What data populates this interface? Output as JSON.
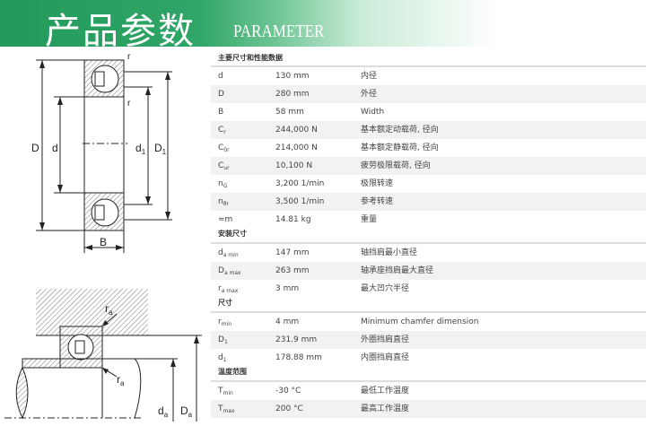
{
  "banner": {
    "title_cn": "产品参数",
    "title_en": "PARAMETER"
  },
  "colors": {
    "brand": "#23995a"
  },
  "diagram_labels": {
    "D": "D",
    "d": "d",
    "d1": "d",
    "d1_sub": "1",
    "D1": "D",
    "D1_sub": "1",
    "B": "B",
    "r": "r",
    "ra": "r",
    "ra_sub": "a",
    "da": "d",
    "da_sub": "a",
    "Da": "D",
    "Da_sub": "a"
  },
  "table": {
    "header": "主要尺寸和性能数据",
    "main": [
      {
        "sym": "d",
        "sub": "",
        "val": "130 mm",
        "desc": "内径"
      },
      {
        "sym": "D",
        "sub": "",
        "val": "280 mm",
        "desc": "外径"
      },
      {
        "sym": "B",
        "sub": "",
        "val": "58 mm",
        "desc": "Width"
      },
      {
        "sym": "C",
        "sub": "r",
        "val": "244,000 N",
        "desc": "基本额定动载荷, 径向"
      },
      {
        "sym": "C",
        "sub": "0r",
        "val": "214,000 N",
        "desc": "基本额定静载荷, 径向"
      },
      {
        "sym": "C",
        "sub": "ur",
        "val": "10,100 N",
        "desc": "疲劳极限载荷, 径向"
      },
      {
        "sym": "n",
        "sub": "G",
        "val": "3,200 1/min",
        "desc": "极限转速"
      },
      {
        "sym": "n",
        "sub": "θr",
        "val": "3,500 1/min",
        "desc": "参考转速"
      },
      {
        "sym": "≈m",
        "sub": "",
        "val": "14.81 kg",
        "desc": "重量"
      }
    ],
    "section2": "安装尺寸",
    "mounting": [
      {
        "sym": "d",
        "sub": "a min",
        "val": "147 mm",
        "desc": "轴挡肩最小直径"
      },
      {
        "sym": "D",
        "sub": "a max",
        "val": "263 mm",
        "desc": "轴承座挡肩最大直径"
      },
      {
        "sym": "r",
        "sub": "a max",
        "val": "3 mm",
        "desc": "最大凹穴半径"
      }
    ],
    "section3": "尺寸",
    "dims": [
      {
        "sym": "r",
        "sub": "min",
        "val": "4 mm",
        "desc": "Minimum chamfer dimension"
      },
      {
        "sym": "D",
        "sub": "1",
        "val": "231.9 mm",
        "desc": "外圈挡肩直径"
      },
      {
        "sym": "d",
        "sub": "1",
        "val": "178.88 mm",
        "desc": "内圈挡肩直径"
      }
    ],
    "section4": "温度范围",
    "temp": [
      {
        "sym": "T",
        "sub": "min",
        "val": "-30 °C",
        "desc": "最低工作温度"
      },
      {
        "sym": "T",
        "sub": "max",
        "val": "200 °C",
        "desc": "最高工作温度"
      }
    ]
  }
}
